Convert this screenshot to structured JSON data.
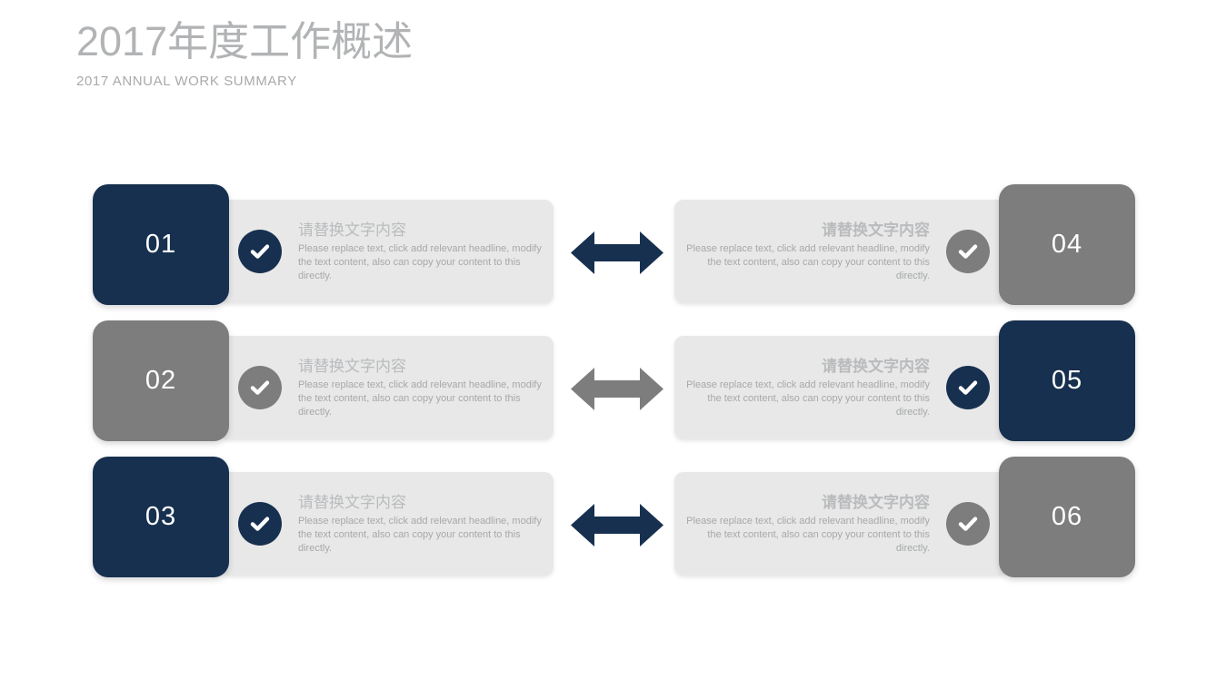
{
  "palette": {
    "navy": "#17304f",
    "gray": "#7d7d7d",
    "panel": "#e8e8e8",
    "title": "#b1b3b5",
    "headline": "#b9bbbd",
    "body": "#a6a8aa",
    "background": "#ffffff"
  },
  "header": {
    "title": "2017年度工作概述",
    "subtitle": "2017 ANNUAL WORK SUMMARY"
  },
  "rows": [
    {
      "arrow_color": "navy",
      "arrow_icon": "double-arrow-icon",
      "left": {
        "number": "01",
        "color": "navy",
        "check_icon": "check-circle-icon",
        "headline": "请替换文字内容",
        "body": "Please replace text, click add relevant headline, modify the text content, also can copy your content to this directly."
      },
      "right": {
        "number": "04",
        "color": "gray",
        "check_icon": "check-circle-icon",
        "headline": "请替换文字内容",
        "body": "Please replace text, click add relevant headline, modify the text content, also can copy your content to this directly."
      }
    },
    {
      "arrow_color": "gray",
      "arrow_icon": "double-arrow-icon",
      "left": {
        "number": "02",
        "color": "gray",
        "check_icon": "check-circle-icon",
        "headline": "请替换文字内容",
        "body": "Please replace text, click add relevant headline, modify the text content, also can copy your content to this directly."
      },
      "right": {
        "number": "05",
        "color": "navy",
        "check_icon": "check-circle-icon",
        "headline": "请替换文字内容",
        "body": "Please replace text, click add relevant headline, modify the text content, also can copy your content to this directly."
      }
    },
    {
      "arrow_color": "navy",
      "arrow_icon": "double-arrow-icon",
      "left": {
        "number": "03",
        "color": "navy",
        "check_icon": "check-circle-icon",
        "headline": "请替换文字内容",
        "body": "Please replace text, click add relevant headline, modify the text content, also can copy your content to this directly."
      },
      "right": {
        "number": "06",
        "color": "gray",
        "check_icon": "check-circle-icon",
        "headline": "请替换文字内容",
        "body": "Please replace text, click add relevant headline, modify the text content, also can copy your content to this directly."
      }
    }
  ]
}
